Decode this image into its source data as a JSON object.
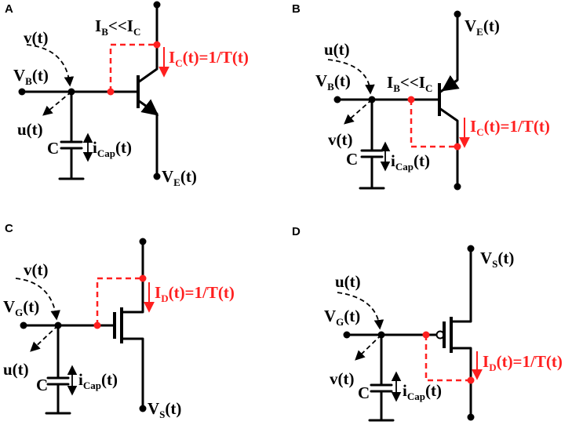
{
  "colors": {
    "wire": "#000000",
    "highlight": "#ff1f1f",
    "background": "#ffffff"
  },
  "panels": {
    "A": {
      "letter": "A",
      "flow_in": "v(t)",
      "flow_out": "u(t)",
      "input_var": "V",
      "input_sub": "B",
      "input_tail": "(t)",
      "rail_var": "V",
      "rail_sub": "E",
      "rail_tail": "(t)",
      "relation_var1": "I",
      "relation_sub1": "B",
      "relation_op": "<<I",
      "relation_sub2": "C",
      "current_var": "I",
      "current_sub": "C",
      "current_tail": "(t)=1/T(t)",
      "cap_label": "C",
      "cap_current_var": "i",
      "cap_current_sub": "Cap",
      "cap_current_tail": "(t)"
    },
    "B": {
      "letter": "B",
      "flow_in": "u(t)",
      "flow_out": "v(t)",
      "input_var": "V",
      "input_sub": "B",
      "input_tail": "(t)",
      "rail_var": "V",
      "rail_sub": "E",
      "rail_tail": "(t)",
      "relation_var1": "I",
      "relation_sub1": "B",
      "relation_op": "<<I",
      "relation_sub2": "C",
      "current_var": "I",
      "current_sub": "C",
      "current_tail": "(t)=1/T(t)",
      "cap_label": "C",
      "cap_current_var": "i",
      "cap_current_sub": "Cap",
      "cap_current_tail": "(t)"
    },
    "C": {
      "letter": "C",
      "flow_in": "v(t)",
      "flow_out": "u(t)",
      "input_var": "V",
      "input_sub": "G",
      "input_tail": "(t)",
      "rail_var": "V",
      "rail_sub": "S",
      "rail_tail": "(t)",
      "current_var": "I",
      "current_sub": "D",
      "current_tail": "(t)=1/T(t)",
      "cap_label": "C",
      "cap_current_var": "i",
      "cap_current_sub": "Cap",
      "cap_current_tail": "(t)"
    },
    "D": {
      "letter": "D",
      "flow_in": "u(t)",
      "flow_out": "v(t)",
      "input_var": "V",
      "input_sub": "G",
      "input_tail": "(t)",
      "rail_var": "V",
      "rail_sub": "S",
      "rail_tail": "(t)",
      "current_var": "I",
      "current_sub": "D",
      "current_tail": "(t)=1/T(t)",
      "cap_label": "C",
      "cap_current_var": "i",
      "cap_current_sub": "Cap",
      "cap_current_tail": "(t)"
    }
  }
}
